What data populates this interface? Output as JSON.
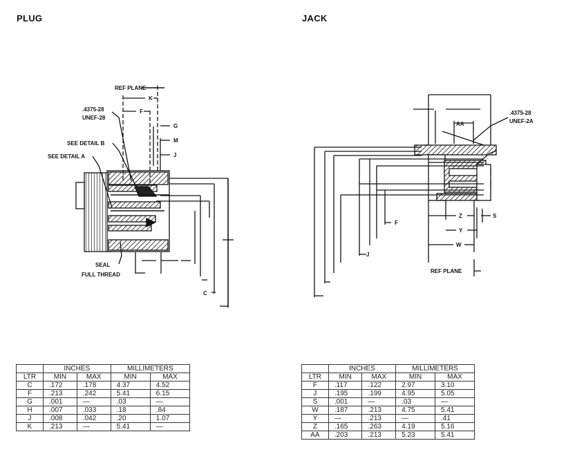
{
  "plug": {
    "heading": "PLUG",
    "labels": {
      "ref_plane": "REF PLANE",
      "k": "K",
      "thread": [
        ".4375-28",
        "UNEF-28"
      ],
      "f": "F",
      "g": "G",
      "see_detail_b": "SEE DETAIL B",
      "m": "M",
      "see_detail_a": "SEE DETAIL A",
      "j": "J",
      "seal": "SEAL",
      "full_thread": "FULL THREAD",
      "c": "C"
    },
    "table": {
      "group_headers": [
        "INCHES",
        "MILLIMETERS"
      ],
      "columns": [
        "LTR",
        "MIN",
        "MAX",
        "MIN",
        "MAX"
      ],
      "rows": [
        [
          "C",
          ".172",
          ".178",
          "4.37",
          "4.52"
        ],
        [
          "F",
          ".213",
          ".242",
          "5.41",
          "6.15"
        ],
        [
          "G",
          ".001",
          "—",
          ".03",
          "—"
        ],
        [
          "H",
          ".007",
          ".033",
          ".18",
          ".84"
        ],
        [
          "J",
          ".008",
          ".042",
          ".20",
          "1.07"
        ],
        [
          "K",
          ".213",
          "—",
          "5.41",
          "—"
        ]
      ]
    }
  },
  "jack": {
    "heading": "JACK",
    "labels": {
      "thread": [
        ".4375-28",
        "UNEF-2A"
      ],
      "aa": "AA",
      "f": "F",
      "j": "J",
      "z": "Z",
      "s": "S",
      "y": "Y",
      "w": "W",
      "ref_plane": "REF PLANE"
    },
    "table": {
      "group_headers": [
        "INCHES",
        "MILLIMETERS"
      ],
      "columns": [
        "LTR",
        "MIN",
        "MAX",
        "MIN",
        "MAX"
      ],
      "rows": [
        [
          "F",
          ".117",
          ".122",
          "2.97",
          "3.10"
        ],
        [
          "J",
          ".195",
          ".199",
          "4.95",
          "5.05"
        ],
        [
          "S",
          ".001",
          "—",
          ".03",
          "—"
        ],
        [
          "W",
          ".187",
          ".213",
          "4.75",
          "5.41"
        ],
        [
          "Y",
          "—",
          ".213",
          "—",
          ".41"
        ],
        [
          "Z",
          ".165",
          ".263",
          "4.19",
          "5.16"
        ],
        [
          "AA",
          ".203",
          ".213",
          "5.23",
          "5.41"
        ]
      ]
    }
  }
}
